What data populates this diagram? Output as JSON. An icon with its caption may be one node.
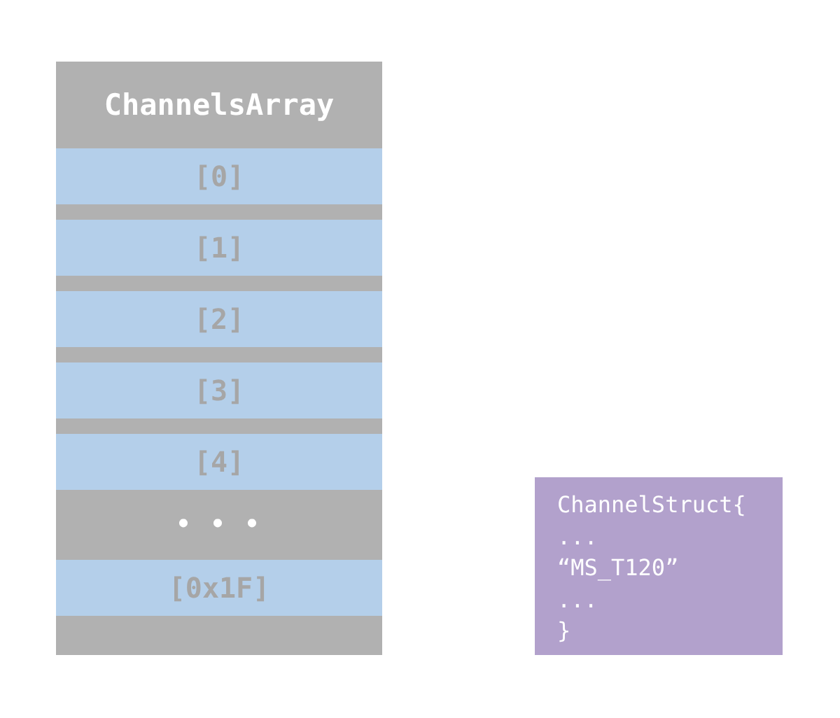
{
  "diagram": {
    "nodes": [
      {
        "text": [
          "ChannelsArray"
        ]
      },
      {
        "text": [
          "[0]"
        ],
        "in": 0
      },
      {
        "text": [
          "[1]"
        ],
        "in": 0
      },
      {
        "text": [
          "[2]"
        ],
        "in": 0
      },
      {
        "text": [
          "[3]"
        ],
        "in": 0
      },
      {
        "text": [
          "[4]"
        ],
        "in": 0
      },
      {
        "text": [
          "• • •"
        ],
        "in": 0
      },
      {
        "text": [
          "[0x1F]"
        ],
        "in": 0
      },
      {
        "text": [
          "ChannelStruct{",
          "...",
          "“MS_T120”",
          "...",
          "}"
        ]
      }
    ]
  }
}
